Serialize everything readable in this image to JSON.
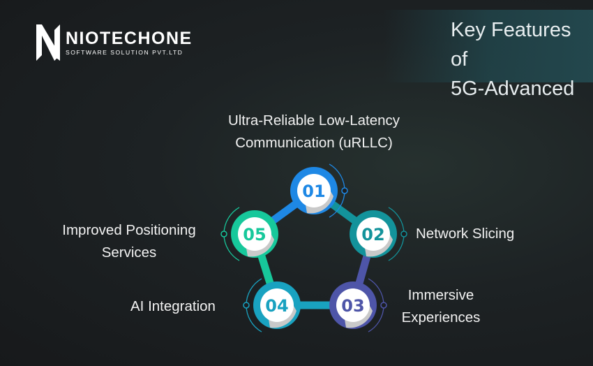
{
  "brand": {
    "name": "NIOTECHONE",
    "tagline": "SOFTWARE SOLUTION PVT.LTD"
  },
  "title": {
    "line1": "Key Features of",
    "line2": "5G-Advanced"
  },
  "features": [
    {
      "number": "01",
      "line1": "Ultra-Reliable Low-Latency",
      "line2": "Communication (uRLLC)",
      "color": "#1e88e5"
    },
    {
      "number": "02",
      "line1": "Network Slicing",
      "line2": "",
      "color": "#13939b"
    },
    {
      "number": "03",
      "line1": "Immersive",
      "line2": "Experiences",
      "color": "#4e55a8"
    },
    {
      "number": "04",
      "line1": "AI Integration",
      "line2": "",
      "color": "#19a2c0"
    },
    {
      "number": "05",
      "line1": "Improved Positioning",
      "line2": "Services",
      "color": "#17c89b"
    }
  ]
}
